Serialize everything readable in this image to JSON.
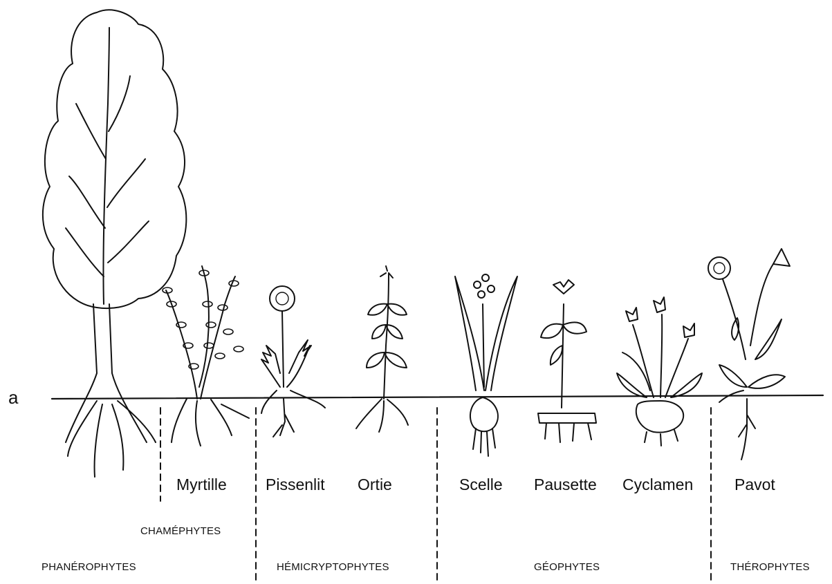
{
  "figure": {
    "panel_letter": "a",
    "species": {
      "myrtille": "Myrtille",
      "pissenlit": "Pissenlit",
      "ortie": "Ortie",
      "scelle": "Scelle",
      "pausette": "Pausette",
      "cyclamen": "Cyclamen",
      "pavot": "Pavot"
    },
    "groups": {
      "phanerophytes": "PHANÉROPHYTES",
      "chamephytes": "CHAMÉPHYTES",
      "hemicryptophytes": "HÉMICRYPTOPHYTES",
      "geophytes": "GÉOPHYTES",
      "therophytes": "THÉROPHYTES"
    }
  }
}
